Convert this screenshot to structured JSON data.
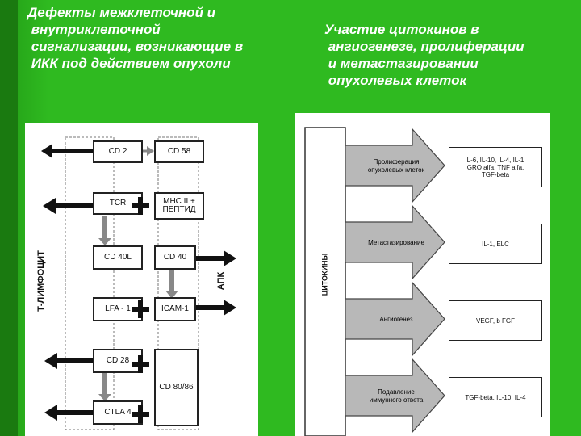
{
  "left_title": {
    "lines": [
      "Дефекты межклеточной и",
      " внутриклеточной",
      " сигнализации, возникающие в",
      " ИКК под действием опухоли"
    ]
  },
  "right_title": {
    "lines": [
      "Участие цитокинов в",
      " ангиогенезе, пролиферации",
      " и метастазировании",
      " опухолевых клеток"
    ]
  },
  "left_diagram": {
    "left_label": "Т-ЛИМФОЦИТ",
    "right_label": "АПК",
    "boxes": {
      "cd2": "CD 2",
      "cd58": "CD 58",
      "tcr": "TCR",
      "mhc": "MHC II +\nПЕПТИД",
      "cd40l": "CD 40L",
      "cd40": "CD 40",
      "lfa1": "LFA - 1",
      "icam1": "ICAM-1",
      "cd28": "CD 28",
      "cd8086": "CD 80/86",
      "ctla4": "CTLA 4"
    }
  },
  "right_diagram": {
    "main_label": "ЦИТОКИНЫ",
    "arrows": [
      {
        "label": "Пролиферация\nопухолевых клеток",
        "cytokines": "IL-6, IL-10, IL-4, IL-1,\nGRO alfa, TNF alfa,\nTGF-beta"
      },
      {
        "label": "Метастазирование",
        "cytokines": "IL-1, ELC"
      },
      {
        "label": "Ангиогенез",
        "cytokines": "VEGF, b FGF"
      },
      {
        "label": "Подавление\nиммунного ответа",
        "cytokines": "TGF-beta, IL-10, IL-4"
      }
    ]
  }
}
